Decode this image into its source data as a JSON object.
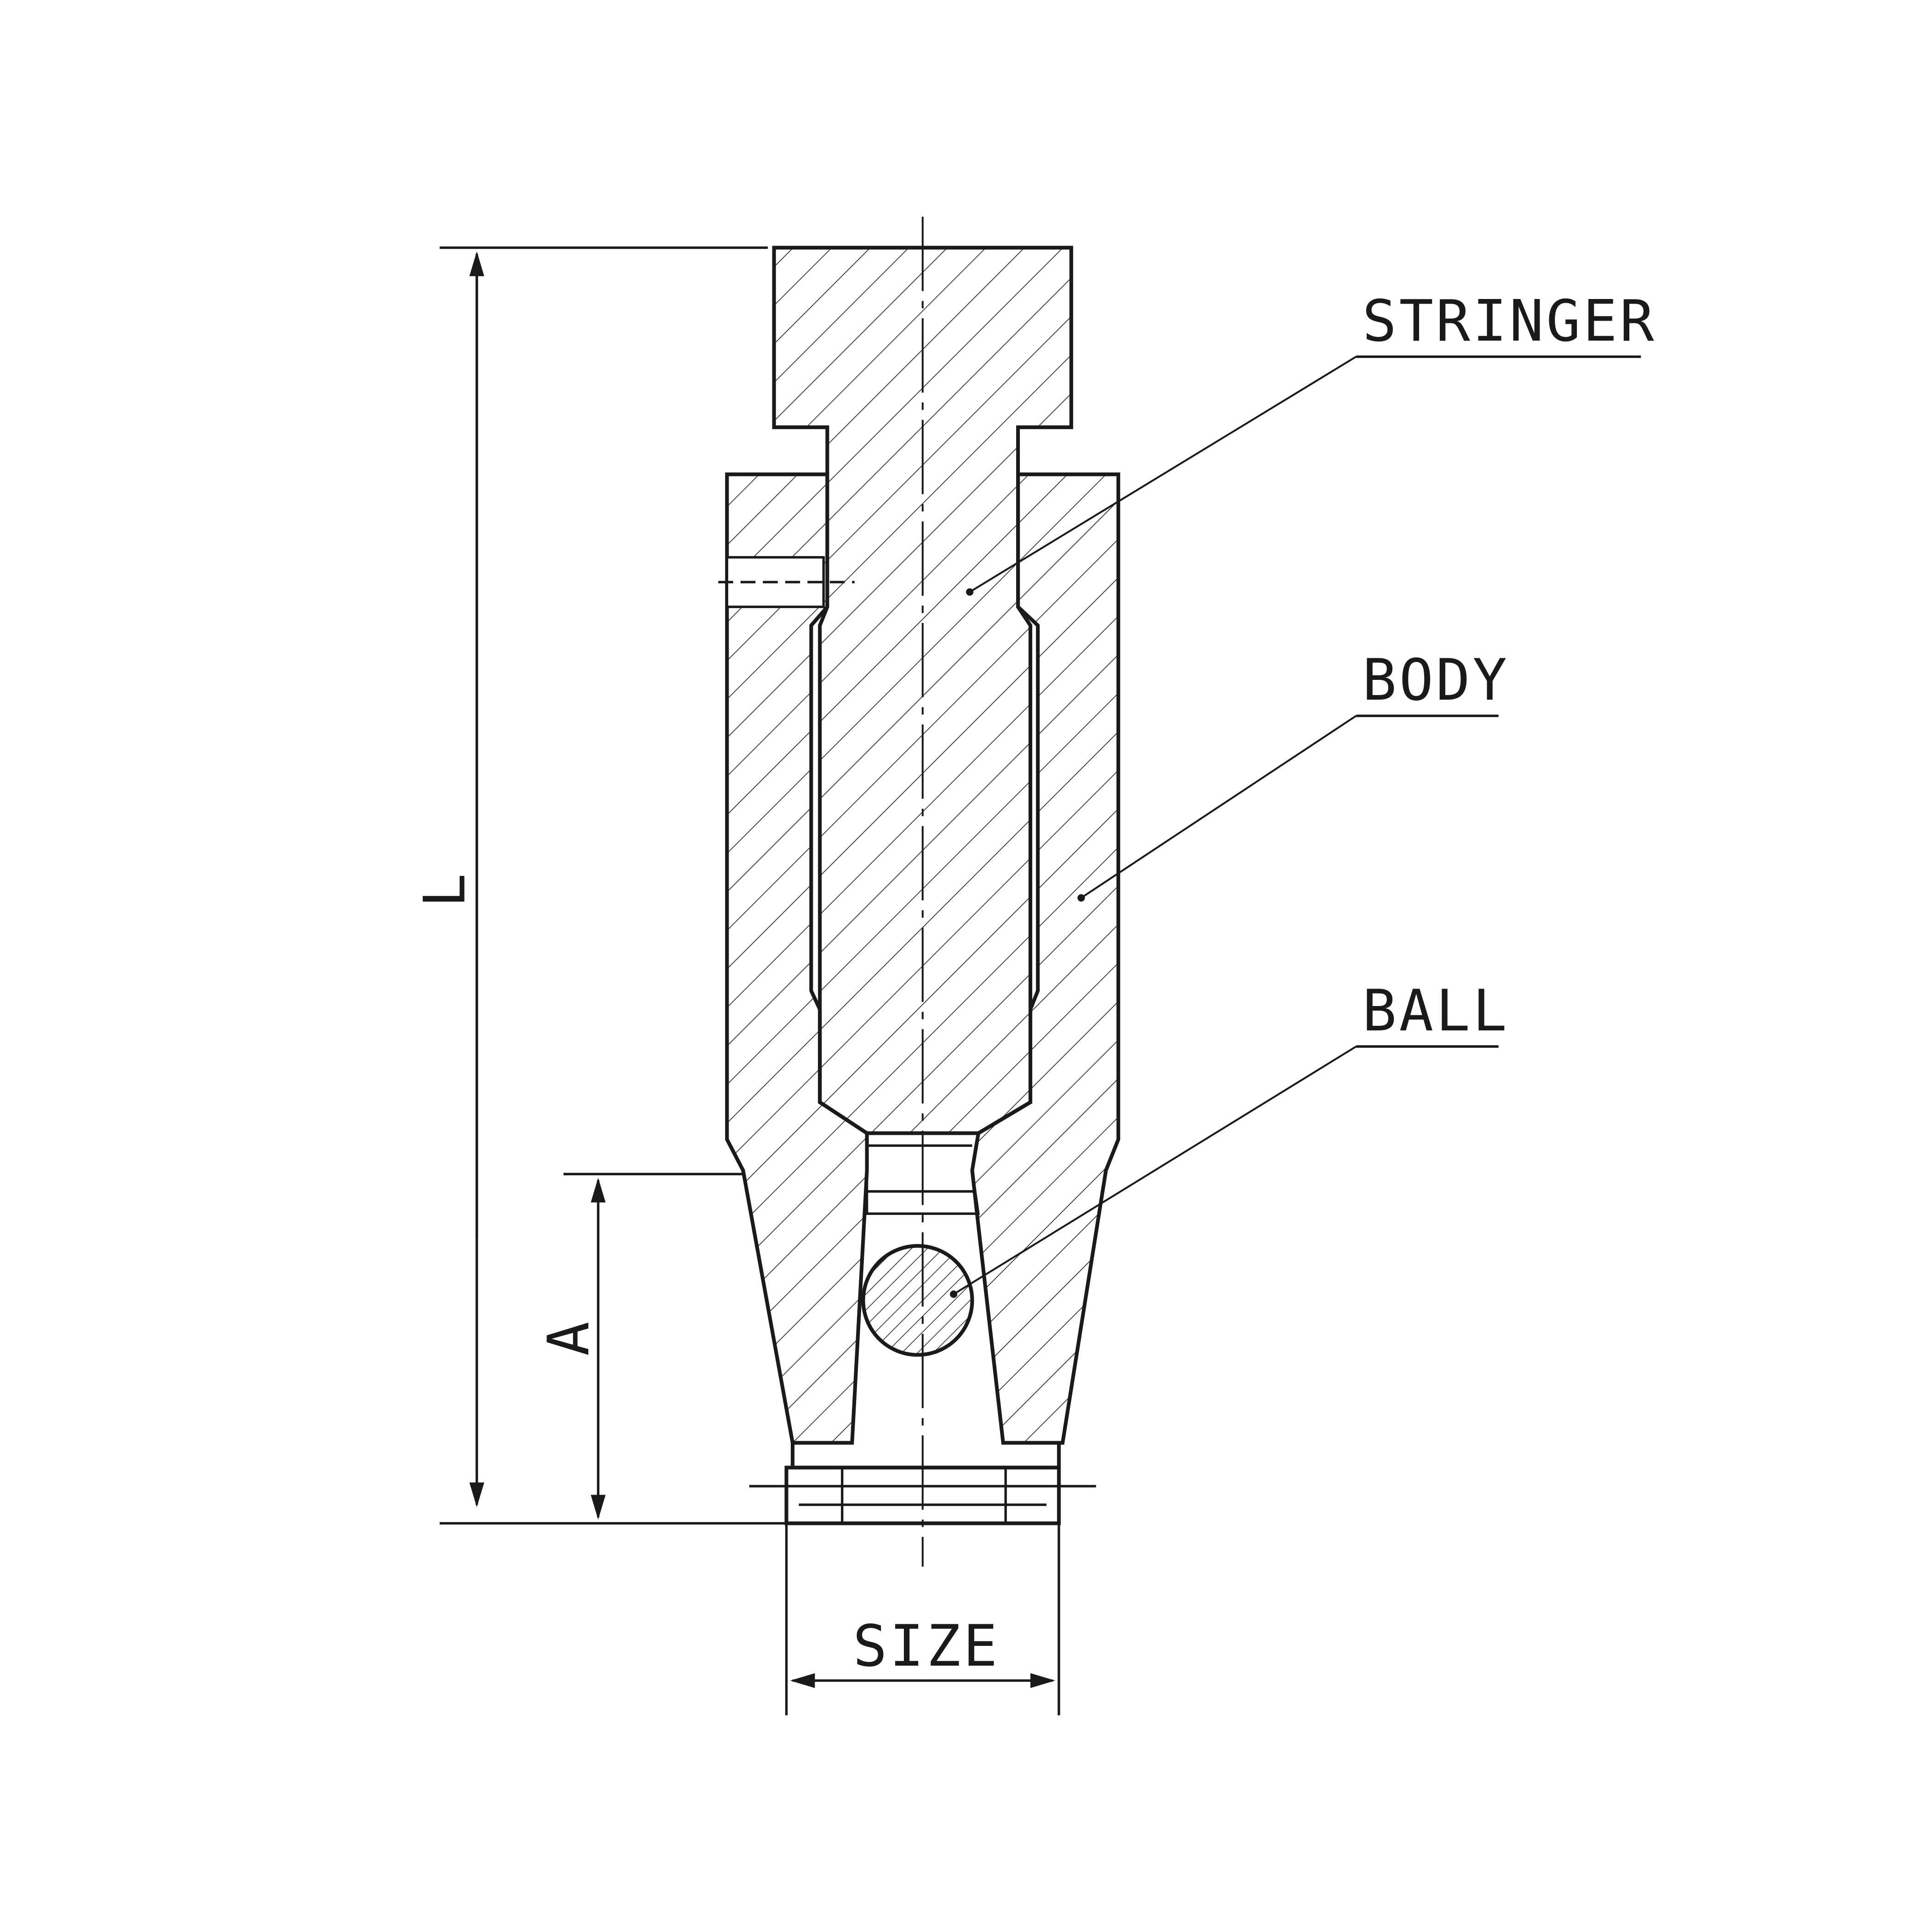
{
  "drawing": {
    "parts": {
      "stringer": "STRINGER",
      "body": "BODY",
      "ball": "BALL"
    },
    "dimensions": {
      "length": "L",
      "a": "A",
      "size": "SIZE"
    },
    "colors": {
      "line": "#1a1a1a",
      "background": "#ffffff"
    }
  }
}
